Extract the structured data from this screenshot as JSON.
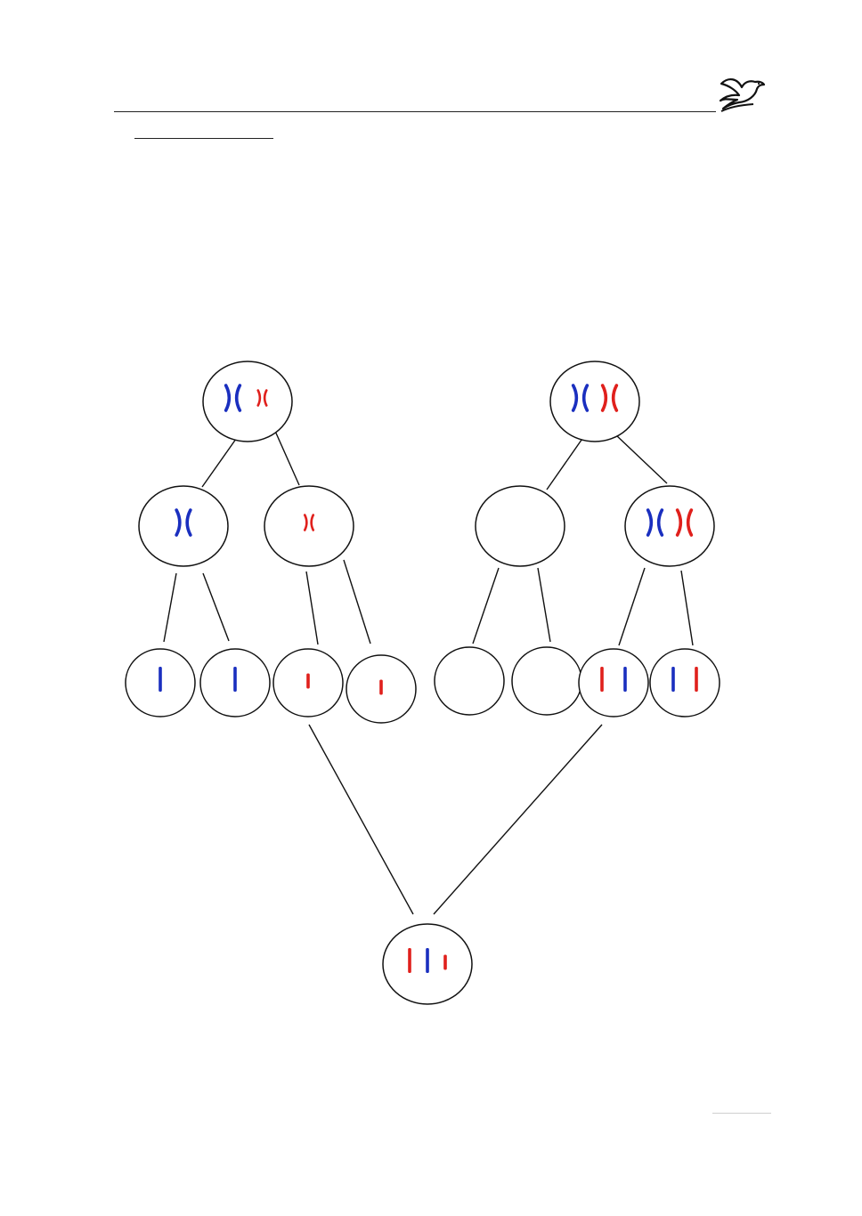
{
  "colors": {
    "chromosome_blue": "#1a2fbf",
    "chromosome_red": "#e0201c",
    "outline": "#111111"
  },
  "icons": {
    "logo": "dove-logo"
  },
  "cells": [
    {
      "id": "parent-a",
      "chromosomes": [
        {
          "color": "blue",
          "form": "duplicated",
          "size": "large"
        },
        {
          "color": "red",
          "form": "duplicated",
          "size": "small"
        }
      ]
    },
    {
      "id": "parent-b",
      "chromosomes": [
        {
          "color": "blue",
          "form": "duplicated",
          "size": "large"
        },
        {
          "color": "red",
          "form": "duplicated",
          "size": "large"
        }
      ]
    },
    {
      "id": "a-meiosis1-left",
      "chromosomes": [
        {
          "color": "blue",
          "form": "duplicated",
          "size": "large"
        }
      ]
    },
    {
      "id": "a-meiosis1-right",
      "chromosomes": [
        {
          "color": "red",
          "form": "duplicated",
          "size": "small"
        }
      ]
    },
    {
      "id": "b-meiosis1-left",
      "chromosomes": []
    },
    {
      "id": "b-meiosis1-right",
      "chromosomes": [
        {
          "color": "blue",
          "form": "duplicated",
          "size": "large"
        },
        {
          "color": "red",
          "form": "duplicated",
          "size": "large"
        }
      ]
    },
    {
      "id": "a-gamete-1",
      "chromosomes": [
        {
          "color": "blue",
          "form": "single",
          "size": "large"
        }
      ]
    },
    {
      "id": "a-gamete-2",
      "chromosomes": [
        {
          "color": "blue",
          "form": "single",
          "size": "large"
        }
      ]
    },
    {
      "id": "a-gamete-3",
      "chromosomes": [
        {
          "color": "red",
          "form": "single",
          "size": "small"
        }
      ]
    },
    {
      "id": "a-gamete-4",
      "chromosomes": [
        {
          "color": "red",
          "form": "single",
          "size": "small"
        }
      ]
    },
    {
      "id": "b-gamete-1",
      "chromosomes": []
    },
    {
      "id": "b-gamete-2",
      "chromosomes": []
    },
    {
      "id": "b-gamete-3",
      "chromosomes": [
        {
          "color": "red",
          "form": "single",
          "size": "large"
        },
        {
          "color": "blue",
          "form": "single",
          "size": "large"
        }
      ]
    },
    {
      "id": "b-gamete-4",
      "chromosomes": [
        {
          "color": "blue",
          "form": "single",
          "size": "large"
        },
        {
          "color": "red",
          "form": "single",
          "size": "large"
        }
      ]
    },
    {
      "id": "zygote",
      "chromosomes": [
        {
          "color": "red",
          "form": "single",
          "size": "large"
        },
        {
          "color": "blue",
          "form": "single",
          "size": "large"
        },
        {
          "color": "red",
          "form": "single",
          "size": "small"
        }
      ]
    }
  ]
}
